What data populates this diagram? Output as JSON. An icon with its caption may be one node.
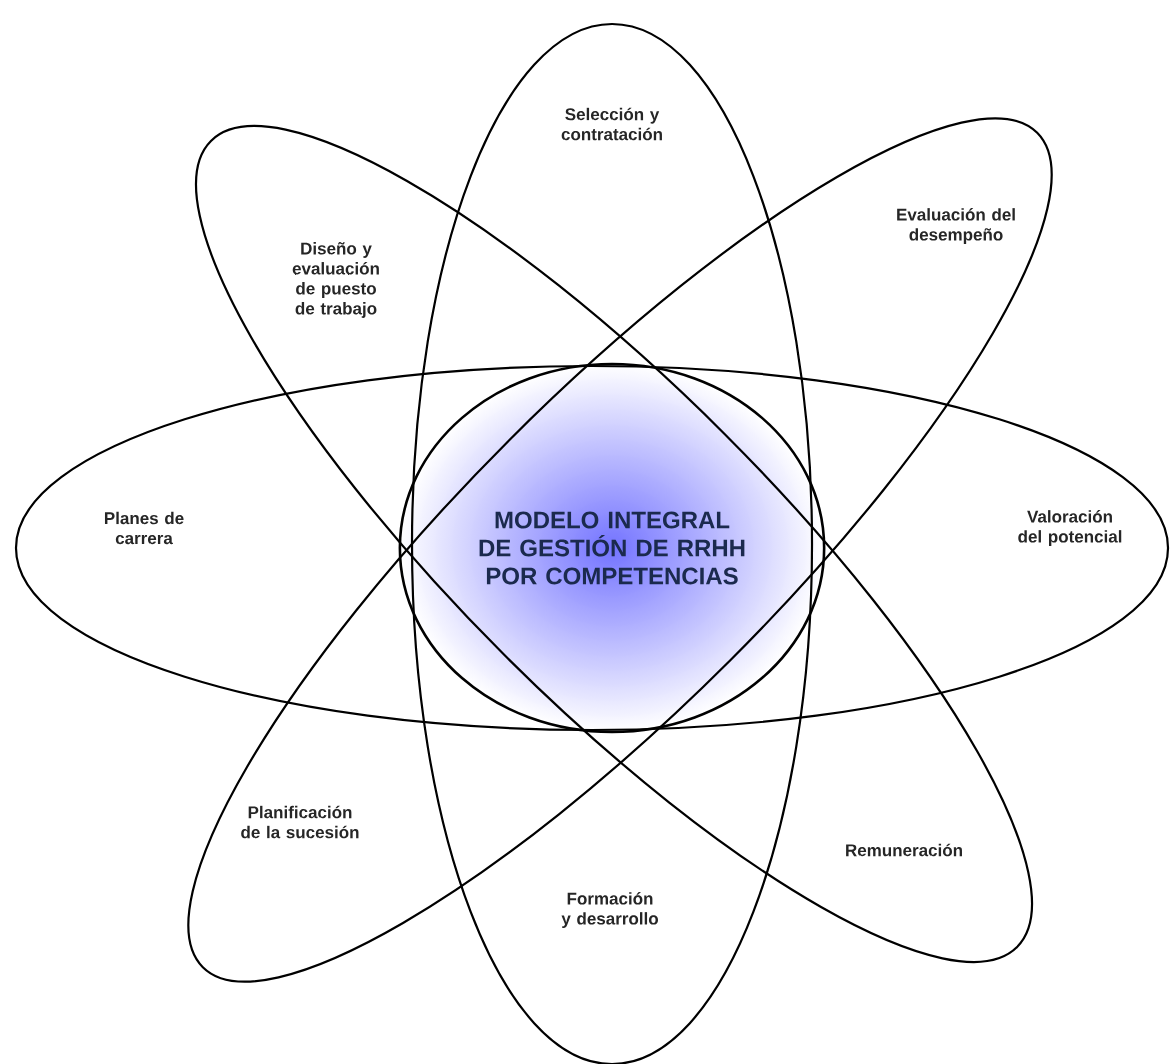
{
  "diagram": {
    "nodes": [
      {
        "text": [
          "Selección y contratación",
          "Formación y desarrollo"
        ]
      },
      {
        "text": [
          "Diseño y evaluación de puesto de trabajo",
          "Remuneración"
        ]
      },
      {
        "text": [
          "Evaluación del desempeño",
          "Planificación de la sucesión"
        ]
      },
      {
        "text": [
          "Planes de carrera",
          "Valoración del potencial"
        ]
      },
      {
        "text": [
          "MODELO INTEGRAL DE GESTIÓN DE RRHH POR COMPETENCIAS"
        ]
      }
    ]
  }
}
